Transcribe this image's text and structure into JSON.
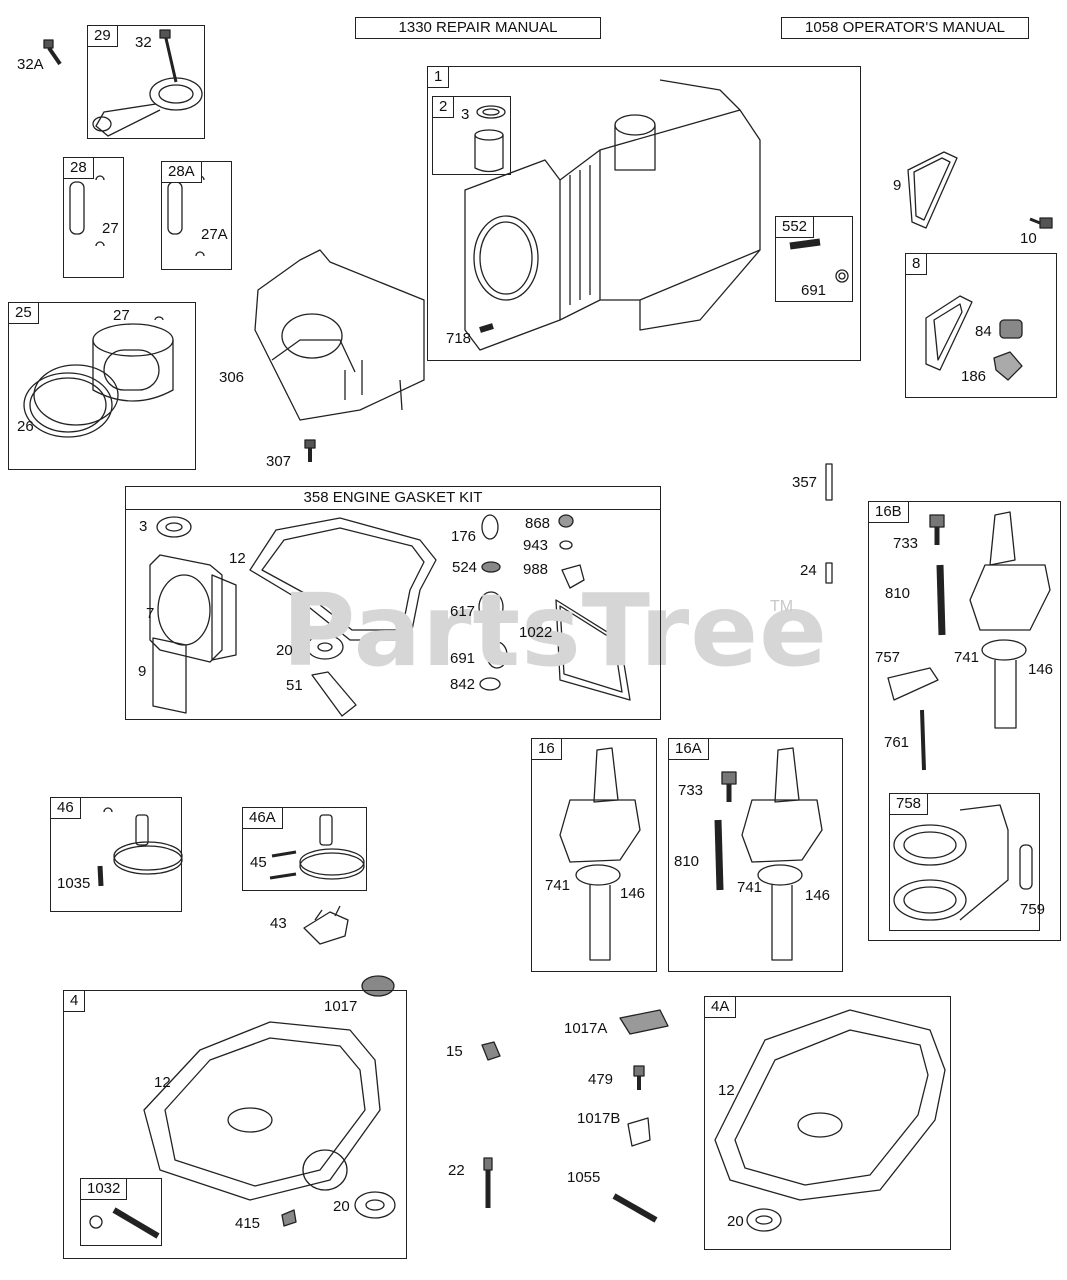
{
  "manuals": {
    "repair": "1330 REPAIR MANUAL",
    "operator": "1058 OPERATOR'S MANUAL"
  },
  "gasket_kit": {
    "title": "358 ENGINE GASKET KIT"
  },
  "watermark": {
    "text": "PartsTree",
    "tm": "TM"
  },
  "groups": {
    "g1": "1",
    "g2": "2",
    "g29": "29",
    "g28": "28",
    "g28a": "28A",
    "g25": "25",
    "g552": "552",
    "g8": "8",
    "g16b": "16B",
    "g16": "16",
    "g16a": "16A",
    "g758": "758",
    "g46": "46",
    "g46a": "46A",
    "g4": "4",
    "g1032": "1032",
    "g4a": "4A"
  },
  "labels": {
    "l32a": "32A",
    "l32": "32",
    "l3a": "3",
    "l9a": "9",
    "l10": "10",
    "l27a": "27",
    "l27aa": "27A",
    "l27b": "27",
    "l552n": "691",
    "l718": "718",
    "l84": "84",
    "l186": "186",
    "l306": "306",
    "l26": "26",
    "l307": "307",
    "l357": "357",
    "l24": "24",
    "k3": "3",
    "k12": "12",
    "k7": "7",
    "k9": "9",
    "k20": "20",
    "k51": "51",
    "k176": "176",
    "k524": "524",
    "k617": "617",
    "k691": "691",
    "k842": "842",
    "k868": "868",
    "k943": "943",
    "k988": "988",
    "k1022": "1022",
    "b733": "733",
    "b810": "810",
    "b757": "757",
    "b741": "741",
    "b146": "146",
    "b761": "761",
    "b759": "759",
    "c741": "741",
    "c146": "146",
    "d733": "733",
    "d810": "810",
    "d741": "741",
    "d146": "146",
    "e1035": "1035",
    "f45": "45",
    "f43": "43",
    "h1017": "1017",
    "h12": "12",
    "h415": "415",
    "h20": "20",
    "m15": "15",
    "m22": "22",
    "m1017a": "1017A",
    "m479": "479",
    "m1017b": "1017B",
    "m1055": "1055",
    "n12": "12",
    "n20": "20"
  }
}
